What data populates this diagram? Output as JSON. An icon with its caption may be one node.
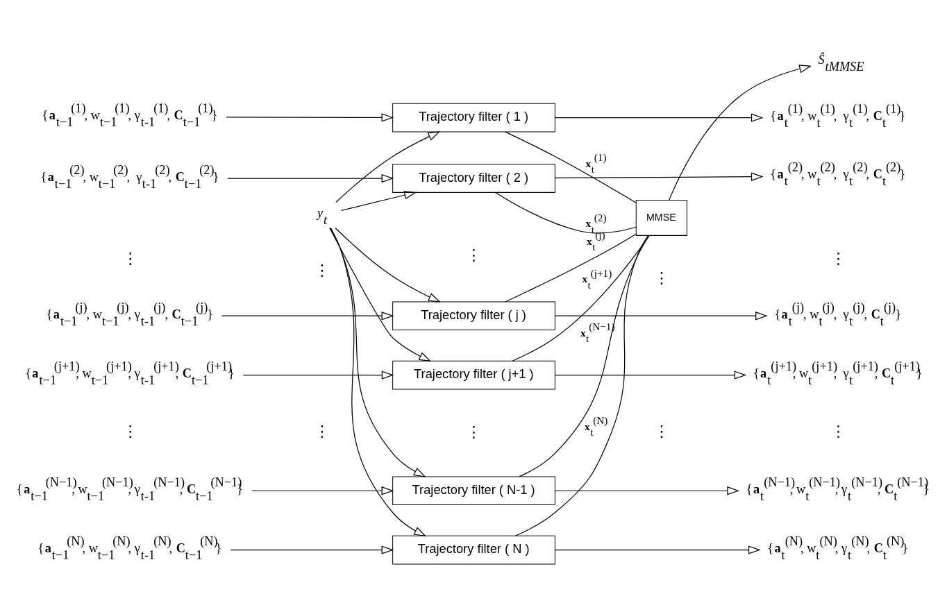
{
  "diagram": {
    "nodes": [
      {
        "text": [
          "y$_{t}$"
        ]
      },
      {
        "text": [
          "{**a**$_{t−1}$$^{(1)}$, w$_{t−1}$$^{(1)}$, γ$_{t-1}$$^{(1)}$, **C**$_{t−1}$$^{(1)}$}"
        ]
      },
      {
        "text": [
          "{**a**$_{t−1}$$^{(2)}$, w$_{t−1}$$^{(2)}$,  γ$_{t-1}$$^{(2)}$, **C**$_{t−1}$$^{(2)}$}"
        ]
      },
      {
        "text": [
          "{**a**$_{t−1}$$^{(j)}$, w$_{t−1}$$^{(j)}$, γ$_{t-1}$$^{(j)}$, **C**$_{t−1}$$^{(j)}$}"
        ]
      },
      {
        "text": [
          "{**a**$_{t−1}$$^{(j+1)}$, w$_{t−1}$$^{(j+1)}$, γ$_{t-1}$$^{(j+1)}$, **C**$_{t−1}$$^{(j+1)}$}"
        ]
      },
      {
        "text": [
          "{**a**$_{t−1}$$^{(N−1)}$, w$_{t−1}$$^{(N−1)}$, γ$_{t-1}$$^{(N−1)}$, **C**$_{t−1}$$^{(N−1)}$}"
        ]
      },
      {
        "text": [
          "{**a**$_{t−1}$$^{(N)}$, w$_{t−1}$$^{(N)}$, γ$_{t-1}$$^{(N)}$, **C**$_{t−1}$$^{(N)}$}"
        ]
      },
      {
        "text": [
          "Trajectory filter ( 1 )"
        ]
      },
      {
        "text": [
          "Trajectory filter ( 2 )"
        ]
      },
      {
        "text": [
          "Trajectory filter ( j )"
        ]
      },
      {
        "text": [
          "Trajectory filter ( j+1 )"
        ]
      },
      {
        "text": [
          "Trajectory filter ( N-1 )"
        ]
      },
      {
        "text": [
          "Trajectory filter ( N )"
        ]
      },
      {
        "text": [
          "{**a**$_{t}$$^{(1)}$, w$_{t}$$^{(1)}$,  γ$_{t}$$^{(1)}$, **C**$_{t}$$^{(1)}$}"
        ]
      },
      {
        "text": [
          "{**a**$_{t}$$^{(2)}$, w$_{t}$$^{(2)}$,  γ$_{t}$$^{(2)}$, **C**$_{t}$$^{(2)}$}"
        ]
      },
      {
        "text": [
          "{**a**$_{t}$$^{(j)}$, w$_{t}$$^{(j)}$,  γ$_{t}$$^{(j)}$, **C**$_{t}$$^{(j)}$}"
        ]
      },
      {
        "text": [
          "{**a**$_{t}$$^{(j+1)}$, w$_{t}$$^{(j+1)}$,  γ$_{t}$$^{(j+1)}$, **C**$_{t}$$^{(j+1)}$}"
        ]
      },
      {
        "text": [
          "{**a**$_{t}$$^{(N−1)}$, w$_{t}$$^{(N−1)}$, γ$_{t}$$^{(N−1)}$, **C**$_{t}$$^{(N−1)}$}"
        ]
      },
      {
        "text": [
          "{**a**$_{t}$$^{(N)}$, w$_{t}$$^{(N)}$, γ$_{t}$$^{(N)}$, **C**$_{t}$$^{(N)}$}"
        ]
      },
      {
        "text": [
          "MMSE"
        ]
      },
      {
        "text": [
          "Ŝ$_{tMMSE}$"
        ]
      }
    ],
    "edges": [
      {
        "from": 1,
        "to": 7,
        "arrow": "to"
      },
      {
        "from": 2,
        "to": 8,
        "arrow": "to"
      },
      {
        "from": 3,
        "to": 9,
        "arrow": "to"
      },
      {
        "from": 4,
        "to": 10,
        "arrow": "to"
      },
      {
        "from": 5,
        "to": 11,
        "arrow": "to"
      },
      {
        "from": 6,
        "to": 12,
        "arrow": "to"
      },
      {
        "from": 0,
        "to": 7,
        "arrow": "to"
      },
      {
        "from": 0,
        "to": 8,
        "arrow": "to"
      },
      {
        "from": 0,
        "to": 9,
        "arrow": "to"
      },
      {
        "from": 0,
        "to": 10,
        "arrow": "to"
      },
      {
        "from": 0,
        "to": 11,
        "arrow": "to"
      },
      {
        "from": 0,
        "to": 12,
        "arrow": "to"
      },
      {
        "from": 7,
        "to": 13,
        "arrow": "to"
      },
      {
        "from": 8,
        "to": 14,
        "arrow": "to"
      },
      {
        "from": 9,
        "to": 15,
        "arrow": "to"
      },
      {
        "from": 10,
        "to": 16,
        "arrow": "to"
      },
      {
        "from": 11,
        "to": 17,
        "arrow": "to"
      },
      {
        "from": 12,
        "to": 18,
        "arrow": "to"
      },
      {
        "from": 7,
        "to": 19,
        "arrow": "none",
        "label": "**x**$_{t}$$^{(1)}$"
      },
      {
        "from": 8,
        "to": 19,
        "arrow": "none",
        "label": "**x**$_{t}$$^{(2)}$"
      },
      {
        "from": 9,
        "to": 19,
        "arrow": "none",
        "label": "**x**$_{t}$$^{(j)}$"
      },
      {
        "from": 10,
        "to": 19,
        "arrow": "none",
        "label": "**x**$_{t}$$^{(j+1)}$"
      },
      {
        "from": 11,
        "to": 19,
        "arrow": "none",
        "label": "**x**$_{t}$$^{(N−1)}$"
      },
      {
        "from": 12,
        "to": 19,
        "arrow": "none",
        "label": "**x**$_{t}$$^{(N)}$"
      },
      {
        "from": 19,
        "to": 20,
        "arrow": "to"
      }
    ],
    "labels": [
      "⋮",
      "⋮",
      "⋮",
      "⋮",
      "⋮",
      "⋮",
      "⋮",
      "⋮",
      "⋮",
      "⋮"
    ]
  }
}
